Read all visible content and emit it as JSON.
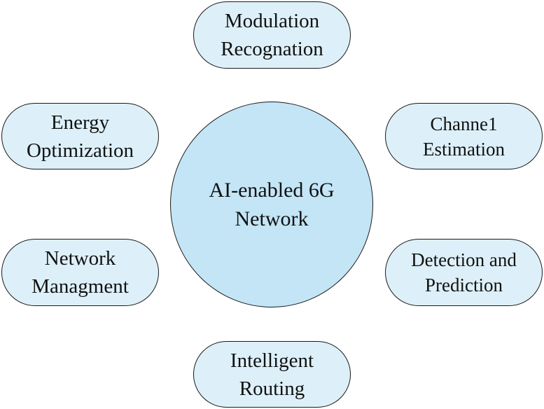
{
  "center": {
    "line1": "AI-enabled 6G",
    "line2": "Network"
  },
  "nodes": {
    "modulation": {
      "line1": "Modulation",
      "line2": "Recognation"
    },
    "energy": {
      "line1": "Energy",
      "line2": "Optimization"
    },
    "channel": {
      "line1": "Channe1",
      "line2": "Estimation"
    },
    "network": {
      "line1": "Network",
      "line2": "Managment"
    },
    "detection": {
      "line1": "Detection and",
      "line2": "Prediction"
    },
    "routing": {
      "line1": "Intelligent",
      "line2": "Routing"
    }
  },
  "colors": {
    "center_fill": "#c3e5f6",
    "node_fill": "#ddf0f9",
    "outline": "#1a1a1a",
    "text": "#111111"
  }
}
